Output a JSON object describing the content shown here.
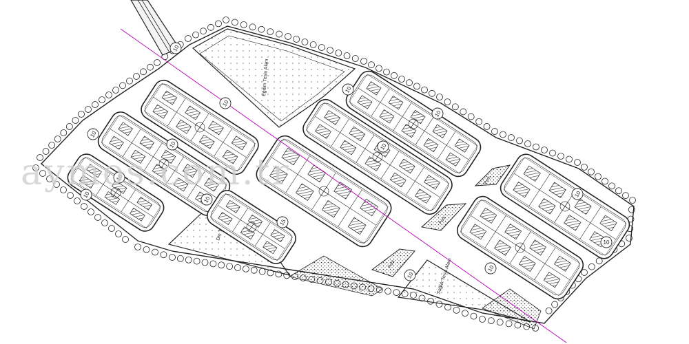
{
  "plan": {
    "areas": {
      "egitim": "Eğitim Tesis Alanı",
      "din": "Din Tesis Alanı",
      "saglik": "Sağlık Tesis Alanı"
    },
    "parks": [
      "Park",
      "Park",
      "Park",
      "Park",
      "Park"
    ],
    "road_widths": [
      "10",
      "10",
      "10",
      "10",
      "10",
      "10",
      "10",
      "10",
      "10",
      "15",
      "10",
      "10",
      "10",
      "10",
      "10"
    ],
    "watermark": "aymos.com.tr"
  },
  "colors": {
    "line": "#222222",
    "road_fill": "#f4f4f4",
    "hatch": "#333333",
    "axis": "#b400b4",
    "dots": "#555555"
  }
}
